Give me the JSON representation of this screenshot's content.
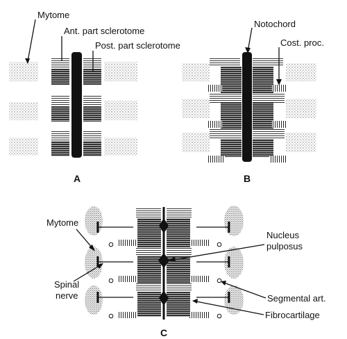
{
  "panels": {
    "a": {
      "letter": "A",
      "labels": {
        "mytome": "Mytome",
        "ant_sclerotome": "Ant. part sclerotome",
        "post_sclerotome": "Post. part sclerotome"
      }
    },
    "b": {
      "letter": "B",
      "labels": {
        "notochord": "Notochord",
        "cost_proc": "Cost. proc."
      }
    },
    "c": {
      "letter": "C",
      "labels": {
        "mytome": "Mytome",
        "spinal_nerve_line1": "Spinal",
        "spinal_nerve_line2": "nerve",
        "nucleus_line1": "Nucleus",
        "nucleus_line2": "pulposus",
        "segmental_art": "Segmental art.",
        "fibrocartilage": "Fibrocartilage"
      }
    }
  },
  "colors": {
    "ink": "#111111",
    "stipple": "#888888",
    "background": "#ffffff"
  }
}
